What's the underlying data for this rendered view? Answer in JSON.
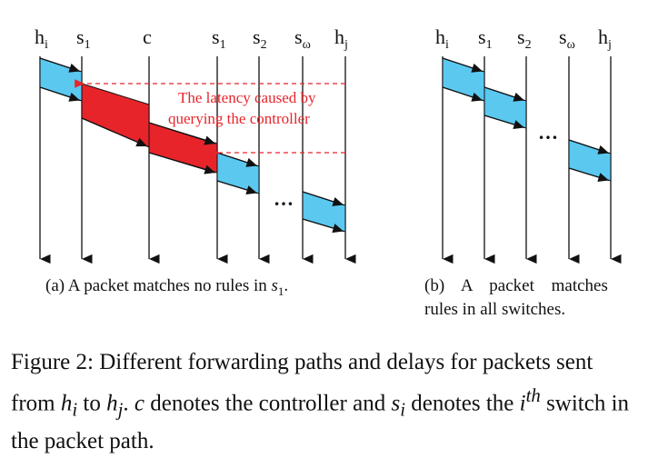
{
  "panel_a": {
    "labels": [
      "h",
      "s",
      "c",
      "s",
      "s",
      "s",
      "h"
    ],
    "subscripts": [
      "i",
      "1",
      "",
      "1",
      "2",
      "ω",
      "j"
    ],
    "annotation_line1": "The latency caused by",
    "annotation_line2": "querying the controller",
    "ellipsis": "…",
    "caption_text": "(a) A packet matches no rules in ",
    "caption_var": "s",
    "caption_sub": "1",
    "caption_end": "."
  },
  "panel_b": {
    "labels": [
      "h",
      "s",
      "s",
      "s",
      "h"
    ],
    "subscripts": [
      "i",
      "1",
      "2",
      "ω",
      "j"
    ],
    "ellipsis": "…",
    "caption_line1": "(b) A packet matches",
    "caption_line2": "rules in all switches."
  },
  "figure_caption": {
    "t1": "Figure 2: Different forwarding paths and delays for packets sent from ",
    "v1": "h",
    "s1": "i",
    "t2": " to ",
    "v2": "h",
    "s2": "j",
    "t3": ". ",
    "v3": "c",
    "t4": " denotes the controller and ",
    "v4": "s",
    "s4": "i",
    "t5": " denotes the ",
    "v5": "i",
    "sup5": "th",
    "t6": " switch in the packet path."
  },
  "colors": {
    "switch_segment": "#5bc8f0",
    "controller_segment": "#e8242b",
    "annotation": "#e8242b"
  }
}
